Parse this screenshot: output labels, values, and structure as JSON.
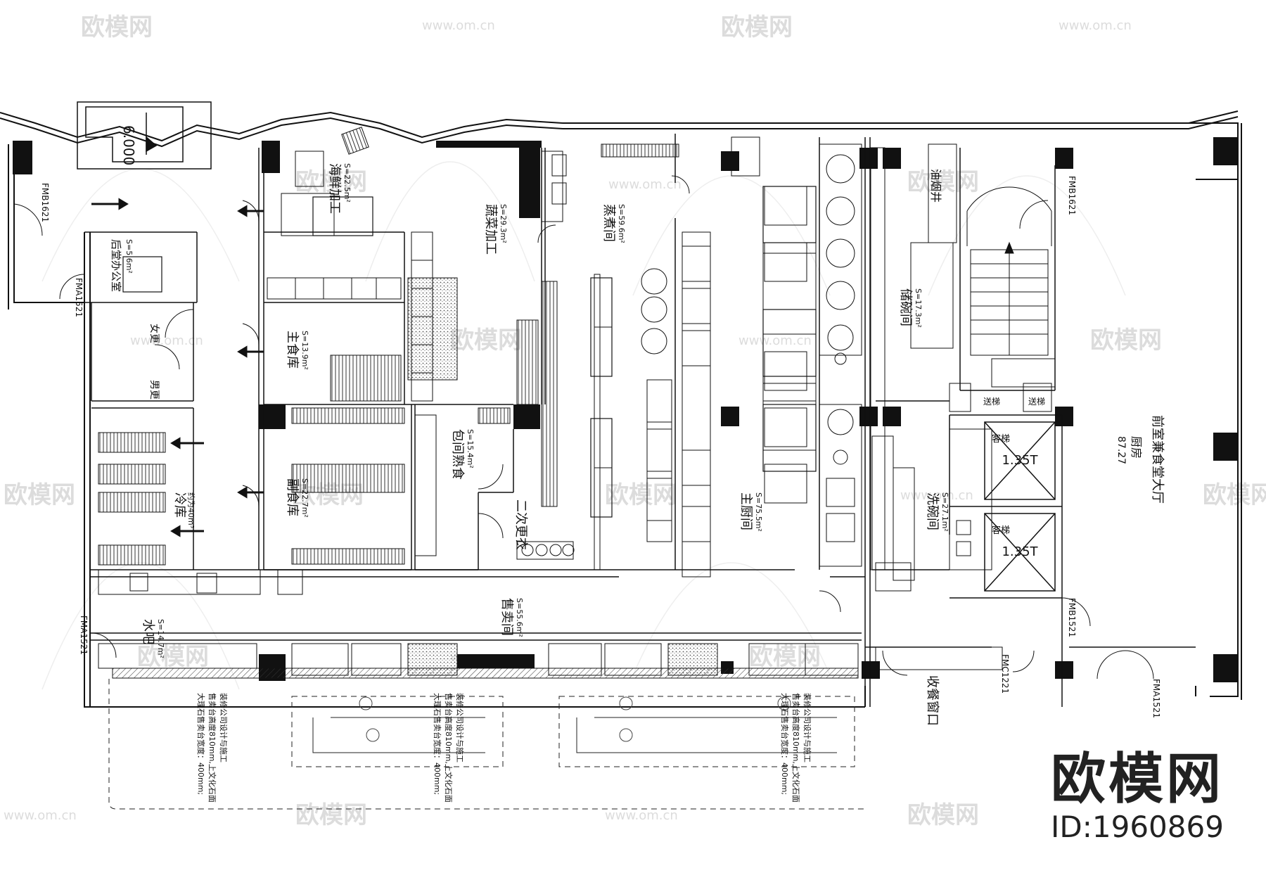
{
  "watermark": {
    "brand": "欧模网",
    "url": "www.om.cn"
  },
  "brand_block": {
    "logo": "欧模网",
    "id": "ID:1960869"
  },
  "rooms": {
    "sea_food": "海鲜加工",
    "sea_food_area": "S=22.5m²",
    "veg": "蔬菜加工",
    "veg_area": "S=29.3m²",
    "steam": "蒸煮间",
    "steam_area": "S=59.6m²",
    "office": "后堂办公室",
    "office_area": "S=5.6m²",
    "staple": "主食库",
    "staple_area": "S=13.9m²",
    "nonstaple": "副食库",
    "nonstaple_area": "S=22.7m²",
    "cold": "冷库",
    "cold_area": "约为40m³",
    "female": "女更",
    "male": "男更",
    "dumpling": "包间熟食",
    "dumpling_area": "S=15.4m²",
    "second_change": "二次更衣",
    "main_kitchen": "主厨间",
    "main_kitchen_area": "S=75.5m²",
    "bowl_store": "储碗间",
    "bowl_store_area": "S=17.3m²",
    "bowl_wash": "洗碗间",
    "bowl_wash_area": "S=27.1m²",
    "sales": "售卖间",
    "sales_area": "S=55.6m²",
    "waterbar": "水吧",
    "waterbar_area": "S=14.7m²",
    "collect_window": "收餐窗口",
    "dining": "前室兼食堂大厅",
    "dining_line2": "厨房",
    "dining_area": "87.27",
    "stair_level": "6.000",
    "oil_pipe": "油烟井"
  },
  "doors": {
    "fmb1621_left": "FMB1621",
    "fma1521_office": "FMA1521",
    "fmb1621_right": "FMB1621",
    "fma1521_bar": "FMA1521",
    "fmb1521": "FMB1521",
    "fmc1221": "FMC1221",
    "fma1521_bottom": "FMA1521"
  },
  "elevators": {
    "lift1": "1.35T",
    "lift2": "1.35T",
    "lift1_name": "客梯",
    "lift2_name": "客梯",
    "dumbwaiter1": "送梯",
    "dumbwaiter2": "送梯"
  },
  "annotations": {
    "counter_note_1": "大理石售卖台宽度：400mm;",
    "counter_note_2": "售卖台高度810mm,上文化石面",
    "counter_note_3": "装修公司设计与施工"
  }
}
